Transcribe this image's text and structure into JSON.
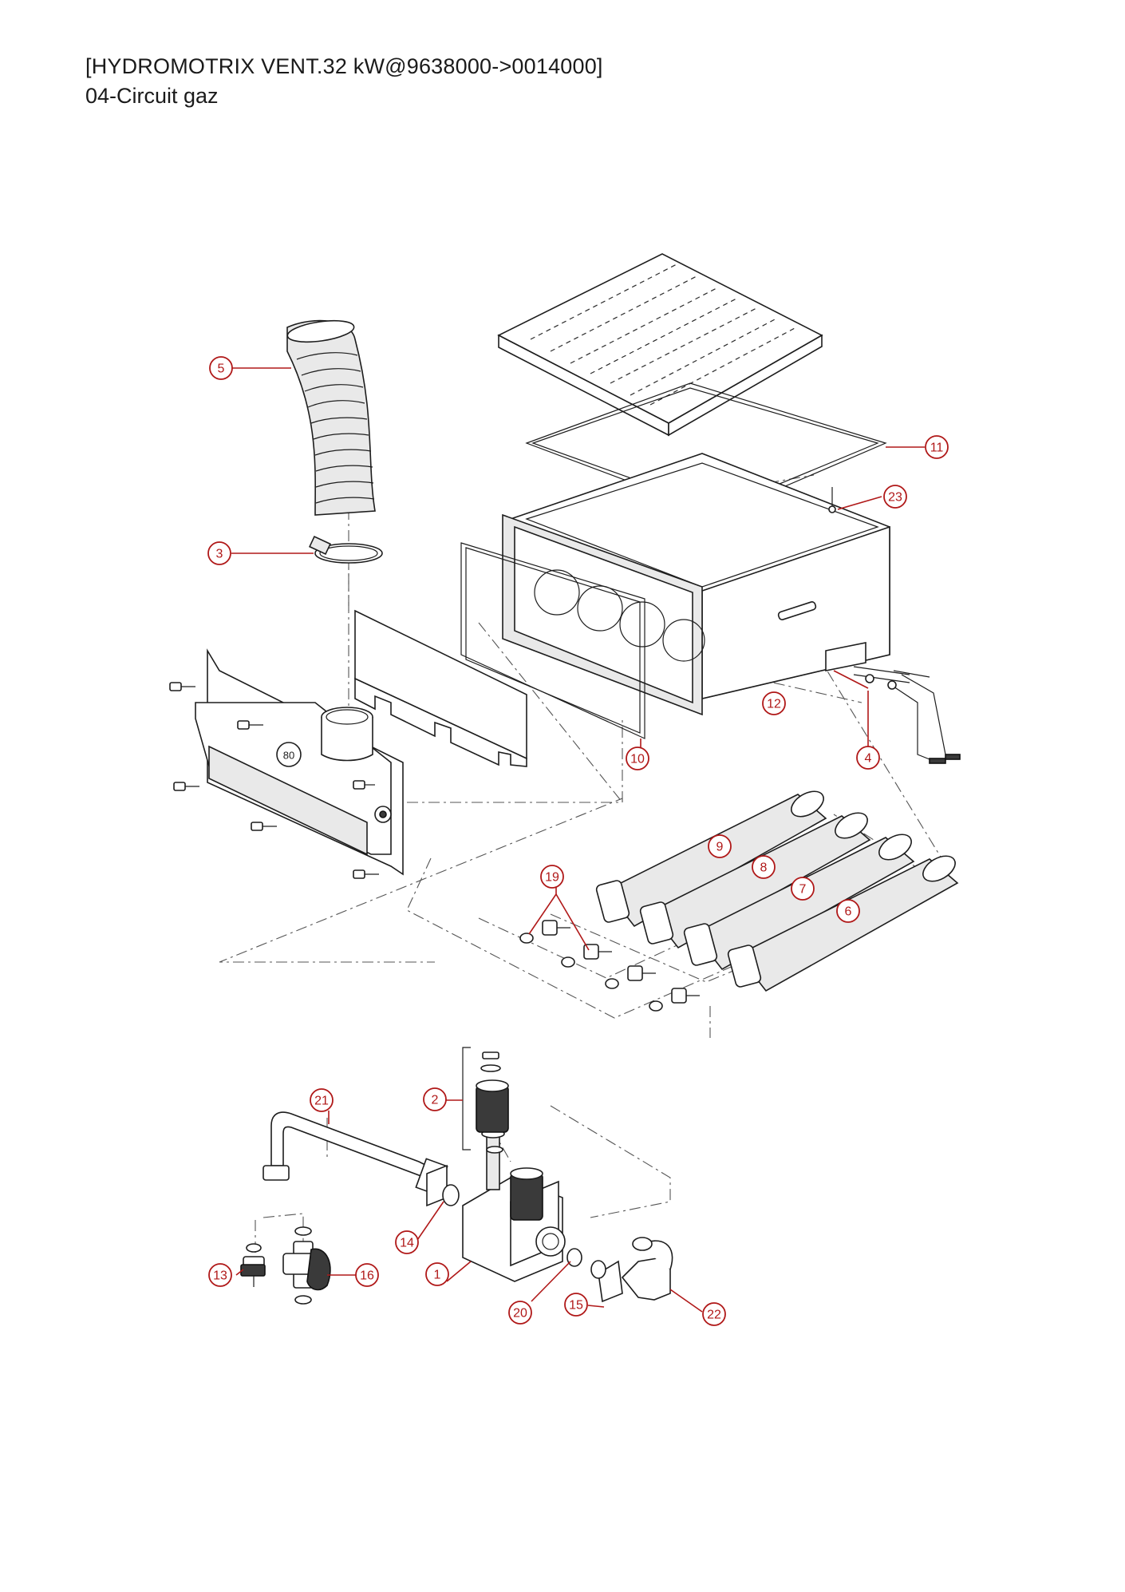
{
  "header": {
    "title": "[HYDROMOTRIX VENT.32 kW@9638000->0014000]",
    "subtitle": "04-Circuit gaz"
  },
  "colors": {
    "callout": "#b01818",
    "line": "#1d1d1d",
    "background": "#ffffff"
  },
  "diagram": {
    "inline_label": "80",
    "callouts": [
      {
        "id": "callout-1",
        "label": "1"
      },
      {
        "id": "callout-2",
        "label": "2"
      },
      {
        "id": "callout-3",
        "label": "3"
      },
      {
        "id": "callout-4",
        "label": "4"
      },
      {
        "id": "callout-5",
        "label": "5"
      },
      {
        "id": "callout-6",
        "label": "6"
      },
      {
        "id": "callout-7",
        "label": "7"
      },
      {
        "id": "callout-8",
        "label": "8"
      },
      {
        "id": "callout-9",
        "label": "9"
      },
      {
        "id": "callout-10",
        "label": "10"
      },
      {
        "id": "callout-11",
        "label": "11"
      },
      {
        "id": "callout-12",
        "label": "12"
      },
      {
        "id": "callout-13",
        "label": "13"
      },
      {
        "id": "callout-14",
        "label": "14"
      },
      {
        "id": "callout-15",
        "label": "15"
      },
      {
        "id": "callout-16",
        "label": "16"
      },
      {
        "id": "callout-19",
        "label": "19"
      },
      {
        "id": "callout-20",
        "label": "20"
      },
      {
        "id": "callout-21",
        "label": "21"
      },
      {
        "id": "callout-22",
        "label": "22"
      },
      {
        "id": "callout-23",
        "label": "23"
      }
    ]
  }
}
